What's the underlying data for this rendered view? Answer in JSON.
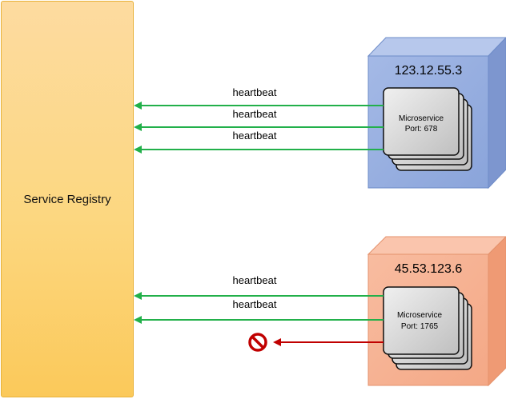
{
  "registry": {
    "label": "Service Registry"
  },
  "hosts": [
    {
      "ip": "123.12.55.3",
      "service_name": "Microservice",
      "port_text": "Port: 678",
      "box_color": "#8fa9dc",
      "heartbeats": [
        "heartbeat",
        "heartbeat",
        "heartbeat"
      ],
      "blocked": false
    },
    {
      "ip": "45.53.123.6",
      "service_name": "Microservice",
      "port_text": "Port: 1765",
      "box_color": "#f5ae8c",
      "heartbeats": [
        "heartbeat",
        "heartbeat"
      ],
      "blocked": true
    }
  ],
  "colors": {
    "heartbeat_arrow": "#22b04a",
    "failed_arrow": "#c00000",
    "no_symbol": "#c00000"
  },
  "icons": {
    "blocked": "no-entry-icon"
  }
}
